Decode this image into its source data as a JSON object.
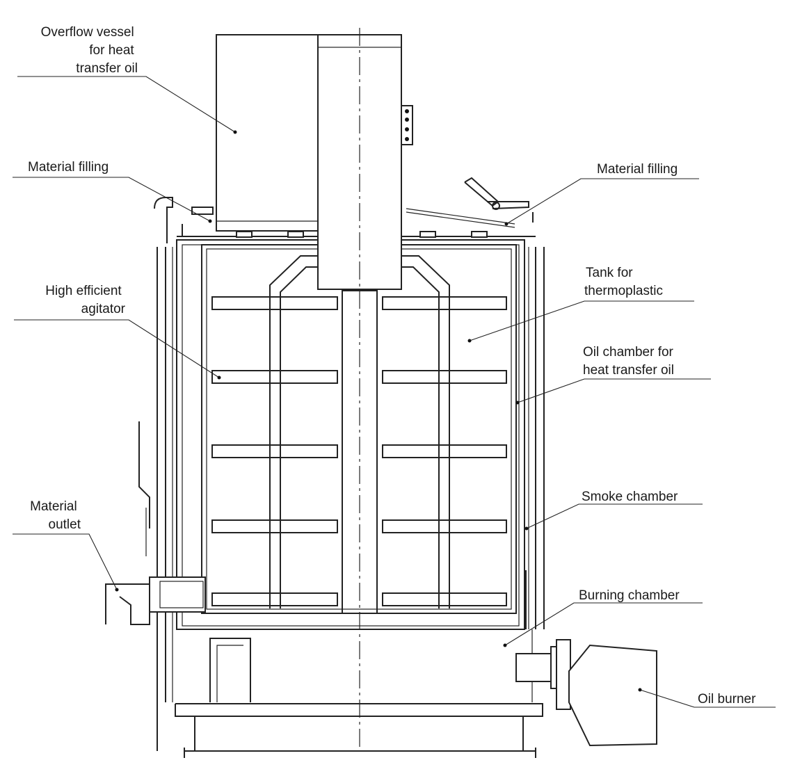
{
  "diagram": {
    "labels": {
      "overflow_vessel": [
        "Overflow vessel",
        "for heat",
        "transfer oil"
      ],
      "material_filling_left": [
        "Material filling"
      ],
      "material_filling_right": [
        "Material filling"
      ],
      "high_efficient_agitator": [
        "High efficient",
        "agitator"
      ],
      "tank_for_thermoplastic": [
        "Tank for",
        "thermoplastic"
      ],
      "oil_chamber": [
        "Oil chamber for",
        "heat transfer oil"
      ],
      "material_outlet": [
        "Material",
        "outlet"
      ],
      "smoke_chamber": [
        "Smoke chamber"
      ],
      "burning_chamber": [
        "Burning chamber"
      ],
      "oil_burner": [
        "Oil burner"
      ]
    }
  }
}
